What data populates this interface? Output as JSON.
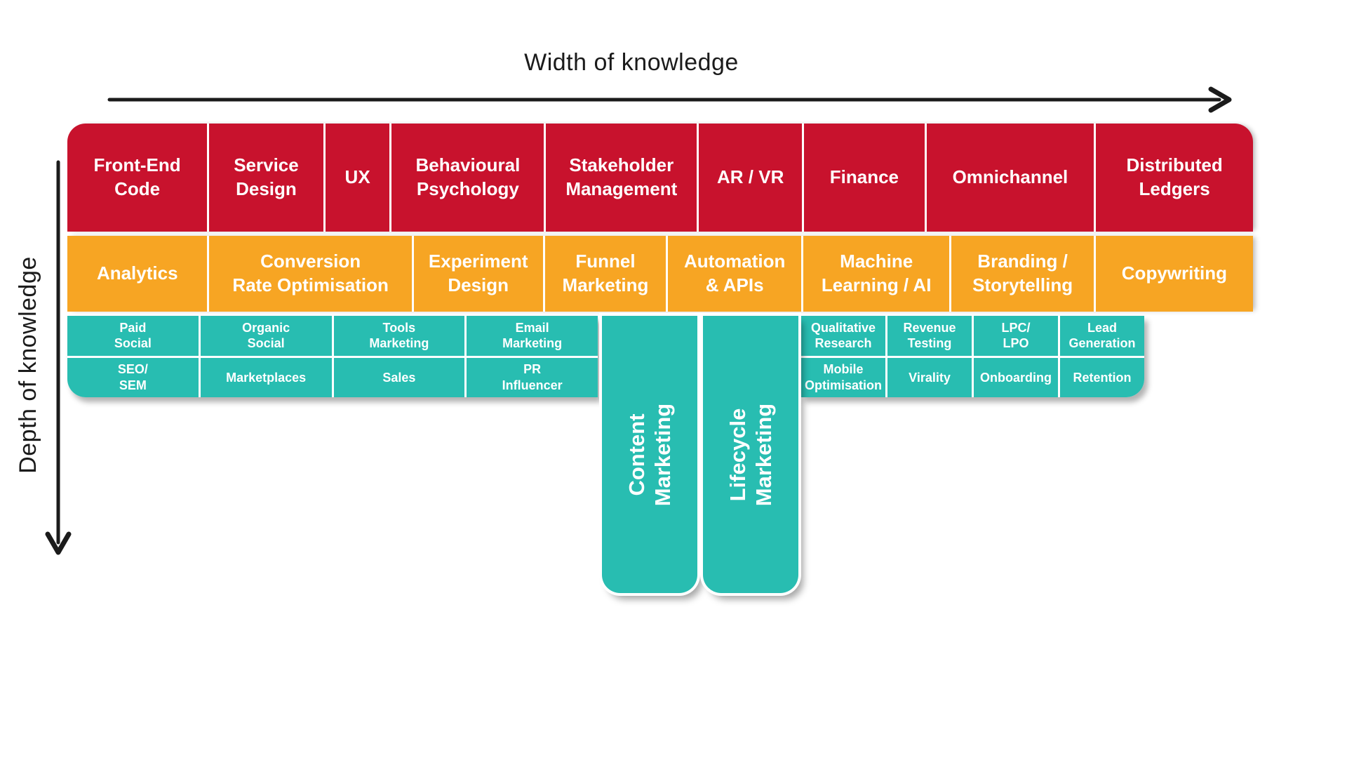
{
  "axes": {
    "width_label": "Width of knowledge",
    "depth_label": "Depth of knowledge"
  },
  "colors": {
    "red": "#C8122D",
    "orange": "#F7A523",
    "teal": "#28BDB1",
    "arrow": "#1b1b1b"
  },
  "bands": {
    "red": {
      "cells": [
        "Front-End\nCode",
        "Service\nDesign",
        "UX",
        "Behavioural\nPsychology",
        "Stakeholder\nManagement",
        "AR / VR",
        "Finance",
        "Omnichannel",
        "Distributed\nLedgers"
      ]
    },
    "orange": {
      "cells": [
        "Analytics",
        "Conversion\nRate Optimisation",
        "Experiment\nDesign",
        "Funnel\nMarketing",
        "Automation\n& APIs",
        "Machine\nLearning / AI",
        "Branding /\nStorytelling",
        "Copywriting"
      ]
    },
    "teal_left": {
      "row1": [
        "Paid\nSocial",
        "Organic\nSocial",
        "Tools\nMarketing",
        "Email\nMarketing"
      ],
      "row2": [
        "SEO/\nSEM",
        "Marketplaces",
        "Sales",
        "PR\nInfluencer"
      ]
    },
    "teal_right": {
      "row1": [
        "Qualitative\nResearch",
        "Revenue\nTesting",
        "LPC/\nLPO",
        "Lead\nGeneration"
      ],
      "row2": [
        "Mobile\nOptimisation",
        "Virality",
        "Onboarding",
        "Retention"
      ]
    },
    "columns": [
      "Content\nMarketing",
      "Lifecycle\nMarketing"
    ]
  }
}
